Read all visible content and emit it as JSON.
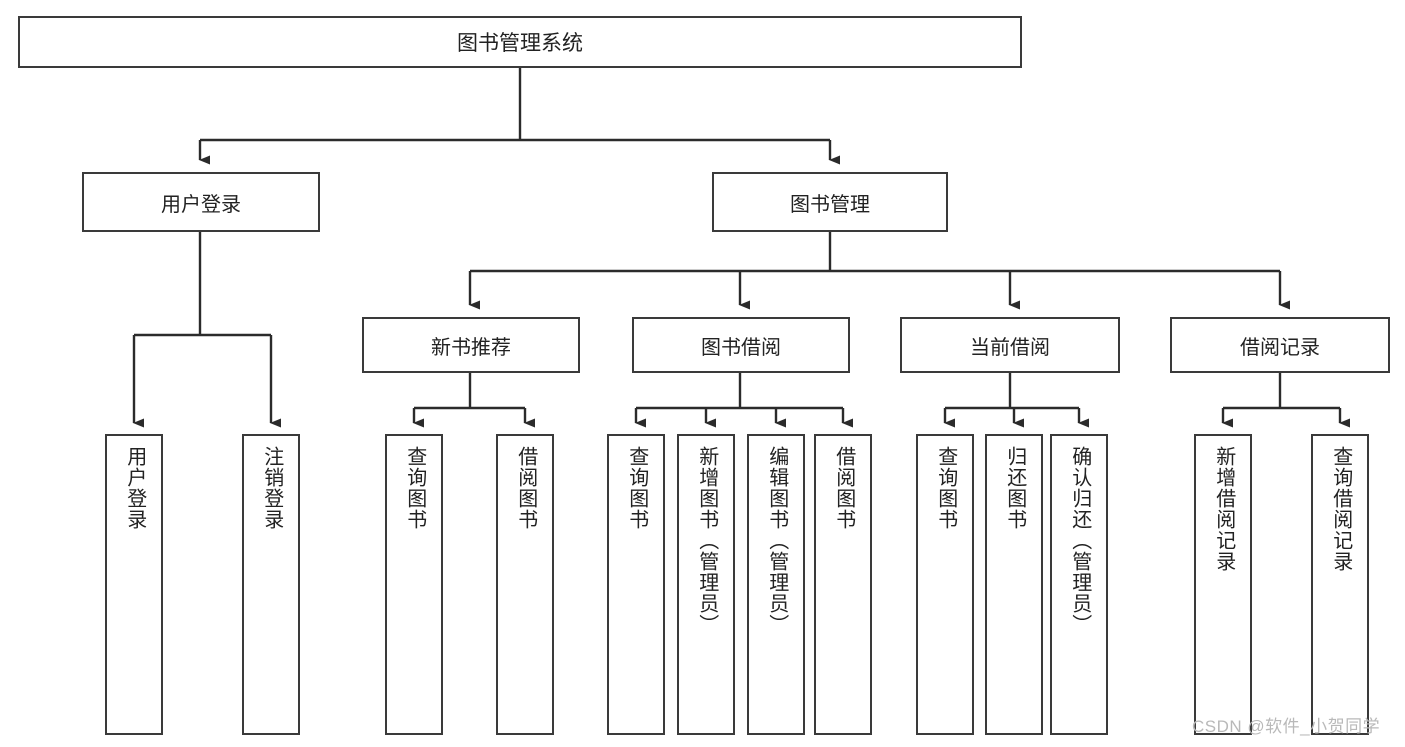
{
  "diagram": {
    "title": "图书管理系统",
    "type": "hierarchy-tree",
    "colors": {
      "box_border": "#3a3a3a",
      "box_fill": "#ffffff",
      "edge": "#2b2b2b",
      "text": "#222222",
      "watermark": "#b9b9b9"
    },
    "root": {
      "label": "图书管理系统"
    },
    "level1": [
      {
        "label": "用户登录"
      },
      {
        "label": "图书管理"
      }
    ],
    "level2": [
      {
        "label": "新书推荐"
      },
      {
        "label": "图书借阅"
      },
      {
        "label": "当前借阅"
      },
      {
        "label": "借阅记录"
      }
    ],
    "leaves": {
      "user_login": [
        {
          "label": "用户登录"
        },
        {
          "label": "注销登录"
        }
      ],
      "new_book_recommend": [
        {
          "label": "查询图书"
        },
        {
          "label": "借阅图书"
        }
      ],
      "book_borrow": [
        {
          "label": "查询图书"
        },
        {
          "label": "新增图书（管理员）"
        },
        {
          "label": "编辑图书（管理员）"
        },
        {
          "label": "借阅图书"
        }
      ],
      "current_borrow": [
        {
          "label": "查询图书"
        },
        {
          "label": "归还图书"
        },
        {
          "label": "确认归还（管理员）"
        }
      ],
      "borrow_record": [
        {
          "label": "新增借阅记录"
        },
        {
          "label": "查询借阅记录"
        }
      ]
    }
  },
  "watermark": {
    "text": "CSDN @软件_小贺同学"
  }
}
